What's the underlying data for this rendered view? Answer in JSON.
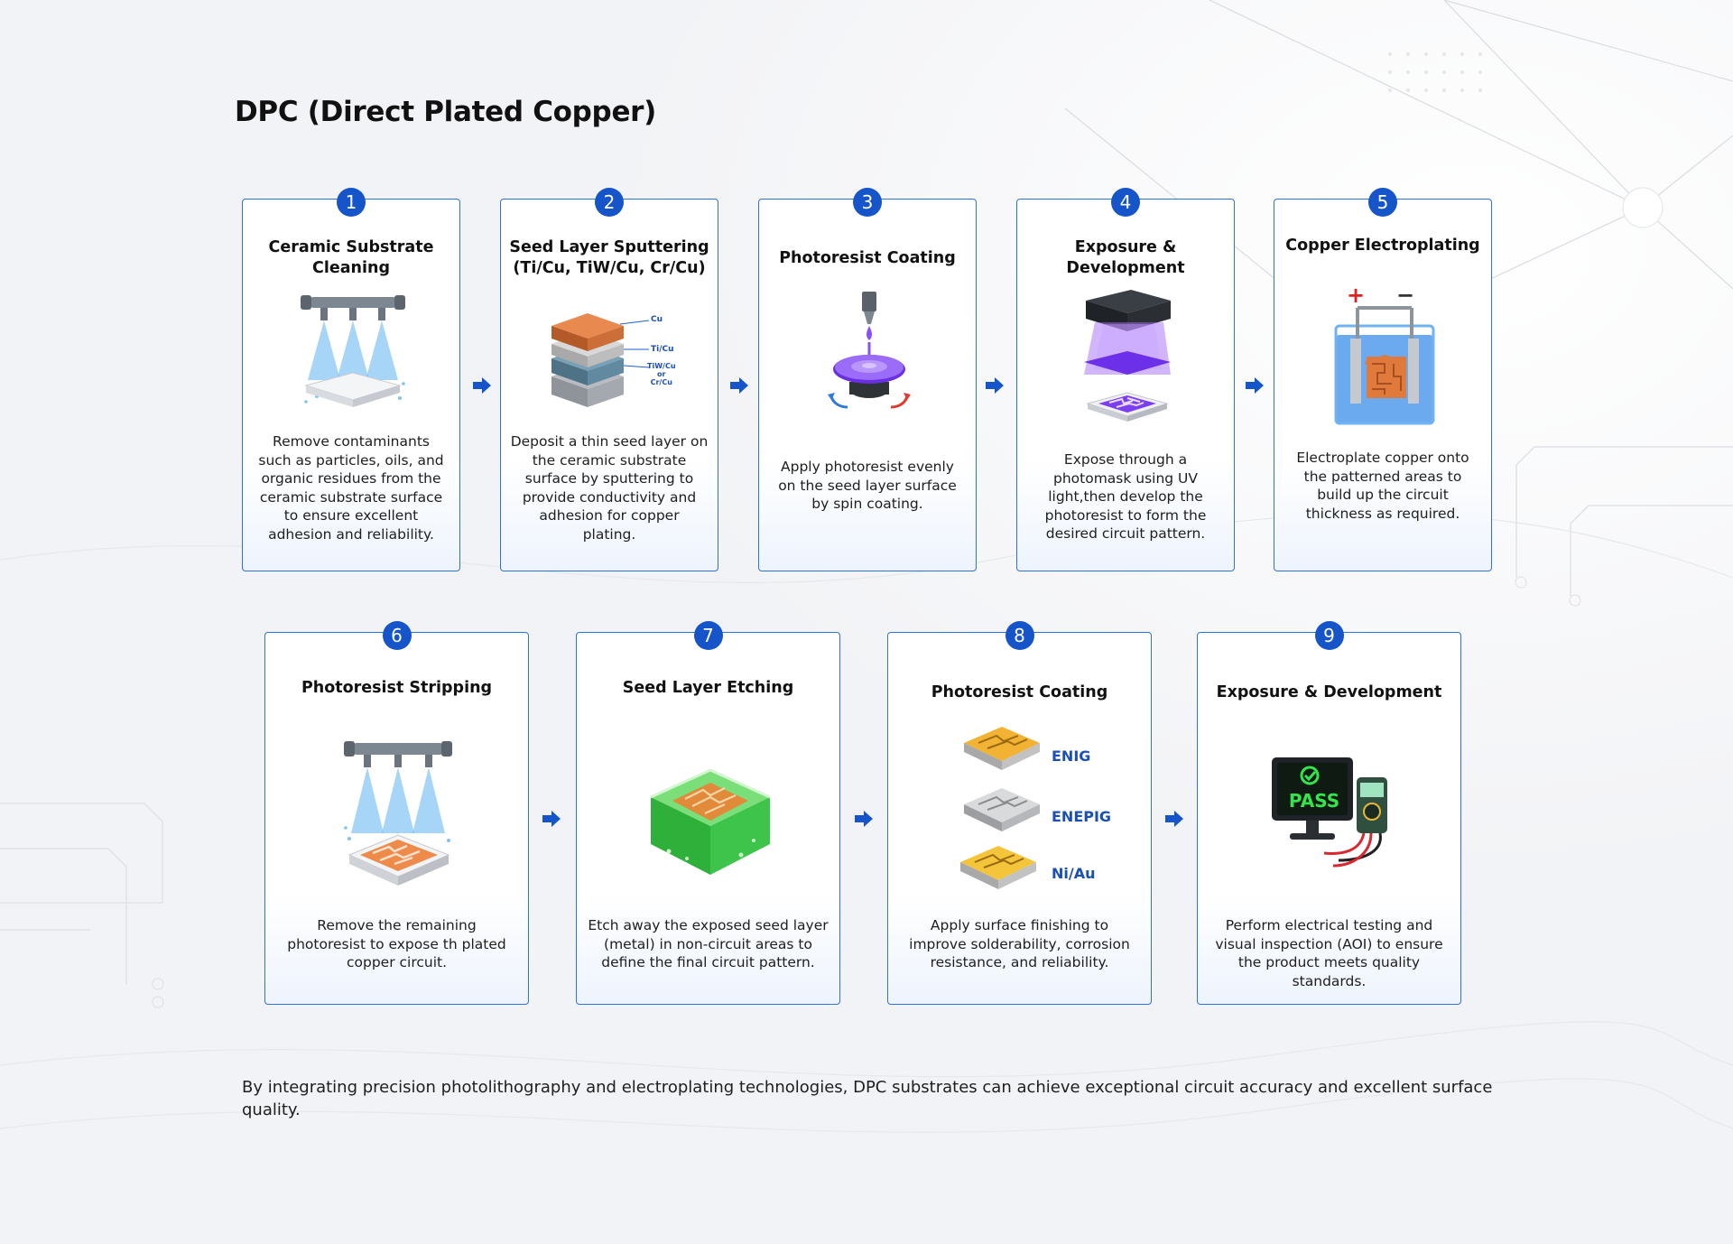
{
  "title": "DPC (Direct Plated Copper)",
  "steps": [
    {
      "number": "1",
      "title": "Ceramic Substrate\nCleaning",
      "description": "Remove contaminants\nsuch as particles, oils, and\norganic residues from the\nceramic substrate surface\nto ensure excellent\nadhesion and reliability."
    },
    {
      "number": "2",
      "title": "Seed Layer Sputtering\n(Ti/Cu, TiW/Cu, Cr/Cu)",
      "description": "Deposit a thin seed layer on\nthe ceramic substrate\nsurface by sputtering to\nprovide conductivity and\nadhesion for copper\nplating."
    },
    {
      "number": "3",
      "title": "Photoresist Coating",
      "description": "Apply photoresist evenly\non the seed layer surface\nby spin coating."
    },
    {
      "number": "4",
      "title": "Exposure &\nDevelopment",
      "description": "Expose through a\nphotomask using UV\nlight,then develop the\nphotoresist to form the\ndesired circuit pattern."
    },
    {
      "number": "5",
      "title": "Copper Electroplating",
      "description": "Electroplate copper onto\nthe patterned areas to\nbuild up the circuit\nthickness as required."
    },
    {
      "number": "6",
      "title": "Photoresist Stripping",
      "description": "Remove the remaining\nphotoresist to expose th plated\ncopper circuit."
    },
    {
      "number": "7",
      "title": "Seed Layer Etching",
      "description": "Etch away the exposed seed layer\n(metal) in non-circuit areas to\ndefine the final circuit pattern."
    },
    {
      "number": "8",
      "title": "Photoresist Coating",
      "description": "Apply surface finishing to\nimprove solderability, corrosion\nresistance, and reliability."
    },
    {
      "number": "9",
      "title": "Exposure & Development",
      "description": "Perform electrical testing and\nvisual inspection (AOI) to ensure\nthe product meets quality\nstandards."
    }
  ],
  "illustration_labels": {
    "layers": [
      "Cu",
      "Ti/Cu",
      "TiW/Cu\nor\nCr/Cu"
    ],
    "electrodes": [
      "+",
      "−"
    ],
    "finishes": [
      "ENIG",
      "ENEPIG",
      "Ni/Au"
    ],
    "monitor": "PASS"
  },
  "footer": "By integrating precision photolithography and electroplating technologies, DPC substrates can achieve exceptional circuit accuracy and excellent surface quality.",
  "colors": {
    "accent": "#1554c9",
    "border": "#2f72d8",
    "copper": "#e07a3c",
    "uv": "#7b3ff0",
    "etch": "#3bc24a",
    "gold": "#f2b233"
  },
  "icons": [
    "arrow-right-icon"
  ]
}
